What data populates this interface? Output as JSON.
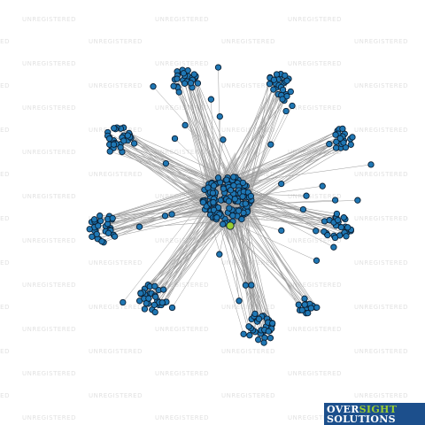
{
  "watermark": {
    "text": "UNREGISTERED",
    "color": "#e2e2e2"
  },
  "logo": {
    "part1": "OVER",
    "part2": "SIGHT",
    "part3": "SOLUTIONS",
    "bg_color": "#1c4f8c",
    "text_color": "#ffffff",
    "accent_color": "#9acd32"
  },
  "network": {
    "node_color": "#1f77b4",
    "node_stroke": "#0b1f33",
    "edge_color": "#9c9c9c",
    "highlight_node_color": "#9acd32",
    "hub_node_count": 140,
    "clusters": [
      {
        "id": "cluster-top-left",
        "node_count": 28
      },
      {
        "id": "cluster-top-right",
        "node_count": 26
      },
      {
        "id": "cluster-left-upper",
        "node_count": 28
      },
      {
        "id": "cluster-right-upper",
        "node_count": 24
      },
      {
        "id": "cluster-left-middle",
        "node_count": 30
      },
      {
        "id": "cluster-right-middle",
        "node_count": 28
      },
      {
        "id": "cluster-bottom-left",
        "node_count": 30
      },
      {
        "id": "cluster-bottom-center",
        "node_count": 32
      },
      {
        "id": "cluster-bottom-right",
        "node_count": 14
      }
    ],
    "loose_node_count": 40
  }
}
